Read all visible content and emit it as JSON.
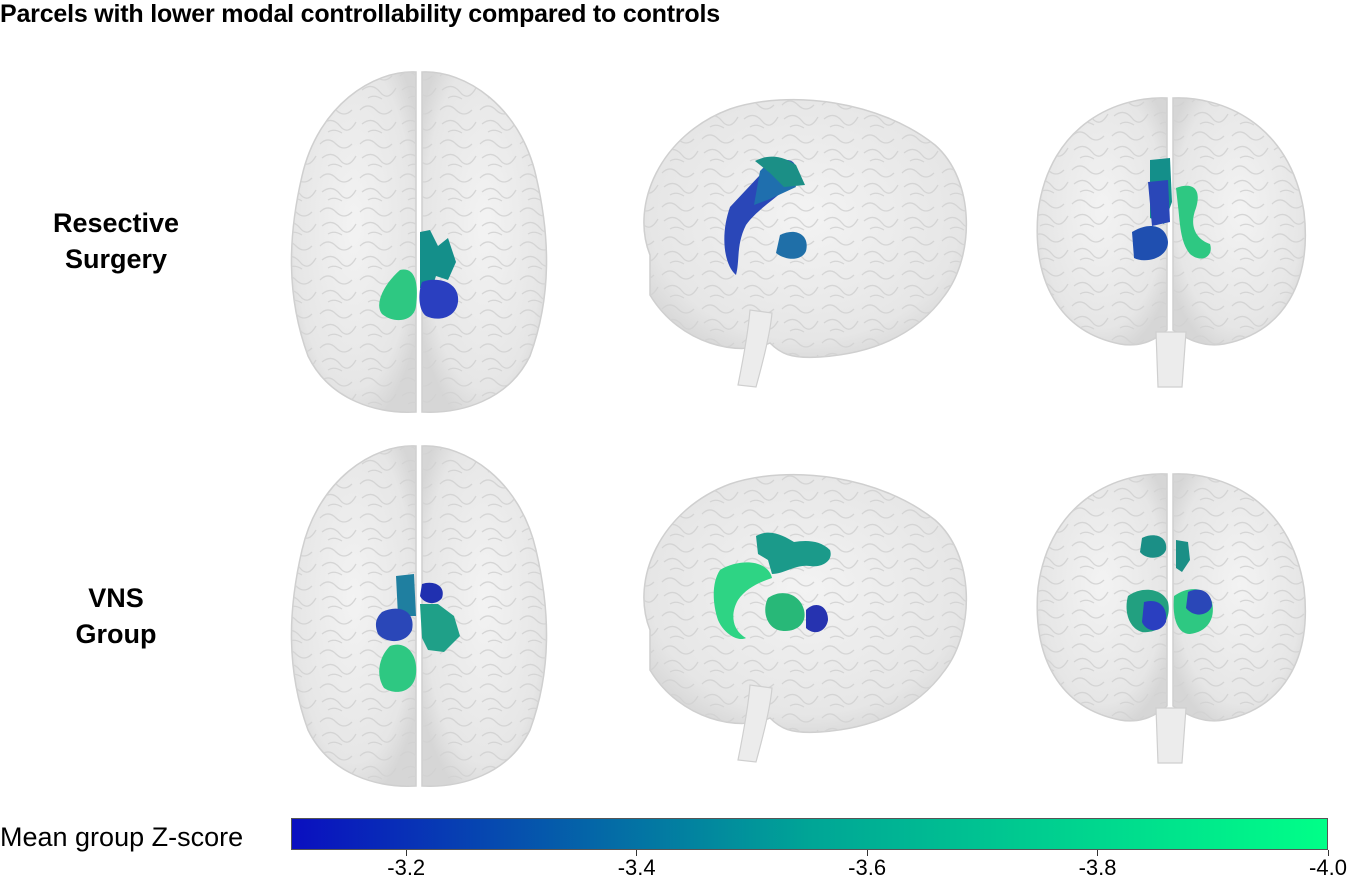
{
  "title": "Parcels with lower modal controllability compared to controls",
  "rows": [
    {
      "label_line1": "Resective",
      "label_line2": "Surgery"
    },
    {
      "label_line1": "VNS",
      "label_line2": "Group"
    }
  ],
  "views": [
    "axial",
    "sagittal",
    "coronal"
  ],
  "colorbar": {
    "label": "Mean group Z-score",
    "range": [
      -3.1,
      -4.0
    ],
    "ticks": [
      "-3.2",
      "-3.4",
      "-3.6",
      "-3.8",
      "-4.0"
    ],
    "color_low": "#0a0fc0",
    "color_mid": "#00a596",
    "color_high": "#00ff88"
  },
  "brain_color": "#ececec"
}
